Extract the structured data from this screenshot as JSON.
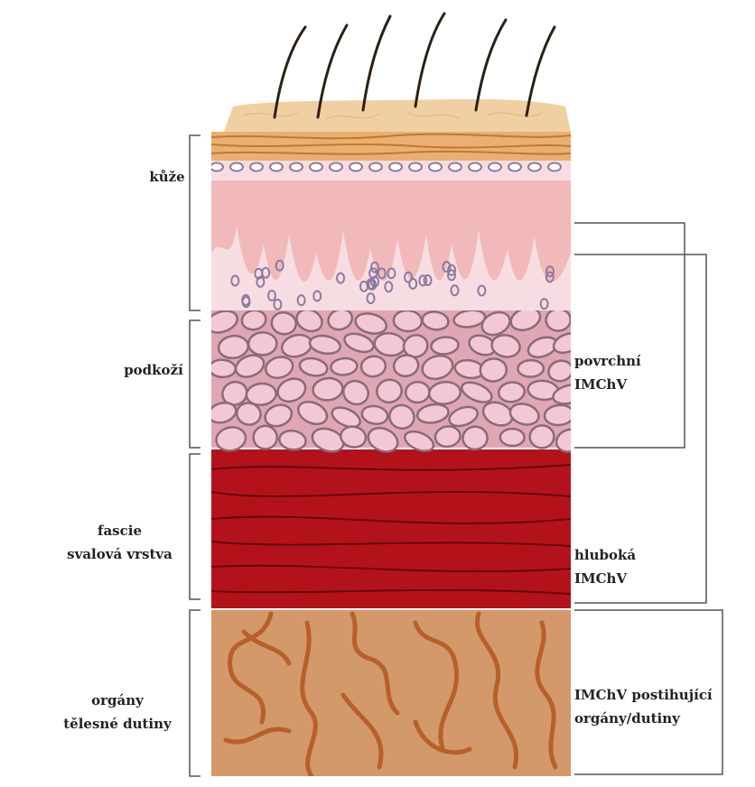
{
  "diagram": {
    "left_labels": {
      "skin": "kůže",
      "subcutis": "podkoží",
      "fascia_line1": "fascie",
      "fascia_line2": "svalová vrstva",
      "organs_line1": "orgány",
      "organs_line2": "tělesné dutiny"
    },
    "right_labels": {
      "superficial_line1": "povrchní",
      "superficial_line2": "IMChV",
      "deep_line1": "hluboká",
      "deep_line2": "IMChV",
      "organ_line1": "IMChV  postihující",
      "organ_line2": "orgány/dutiny"
    },
    "colors": {
      "epidermis": "#f0cfa2",
      "stratum": "#e9b071",
      "dermis": "#f2b9bb",
      "dermis_light": "#f7dde2",
      "fat_cell": "#f3c8d6",
      "fat_outline": "#8c6a78",
      "muscle": "#b3121b",
      "muscle_line": "#5c0508",
      "organ": "#d3996b",
      "organ_line": "#b8602a",
      "hair": "#2b2016",
      "bracket": "#555555"
    }
  }
}
